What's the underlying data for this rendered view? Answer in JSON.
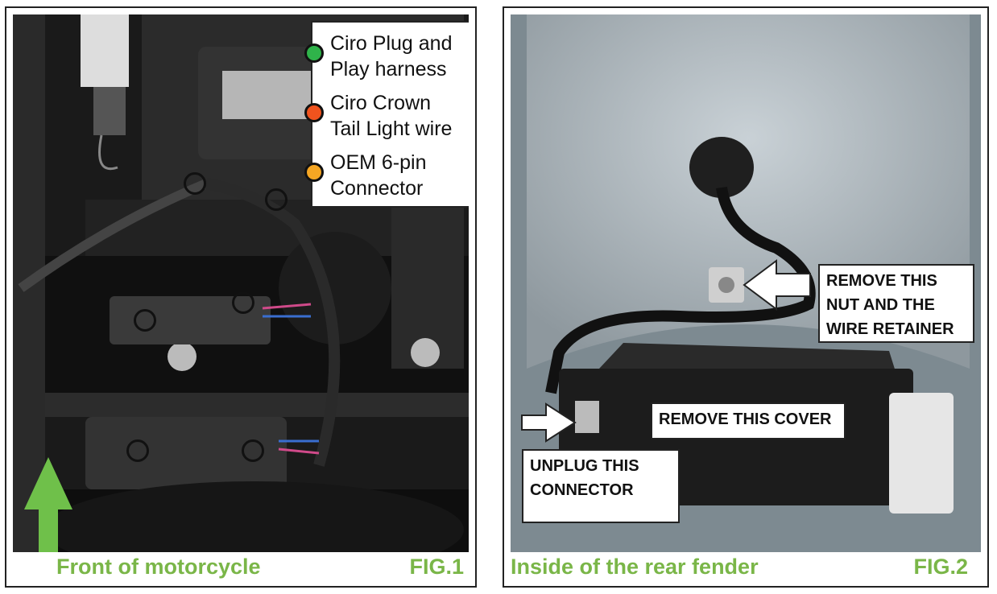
{
  "colors": {
    "green": "#2fb34a",
    "orange_red": "#f0531e",
    "orange": "#f5a623",
    "caption_green": "#7ab648"
  },
  "figure1": {
    "legend": [
      {
        "line1": "Ciro Plug and",
        "line2": "Play harness",
        "color": "#2fb34a"
      },
      {
        "line1": "Ciro Crown",
        "line2": "Tail Light wire",
        "color": "#f0531e"
      },
      {
        "line1": "OEM 6-pin",
        "line2": "Connector",
        "color": "#f5a623"
      }
    ],
    "caption": "Front of motorcycle",
    "fig_label": "FIG.1"
  },
  "figure2": {
    "labels": {
      "remove_nut": {
        "line1": "REMOVE THIS",
        "line2": "NUT AND THE",
        "line3": "WIRE RETAINER"
      },
      "remove_cover": "REMOVE THIS COVER",
      "unplug": {
        "line1": "UNPLUG THIS",
        "line2": "CONNECTOR"
      }
    },
    "caption": "Inside of the rear fender",
    "fig_label": "FIG.2"
  }
}
